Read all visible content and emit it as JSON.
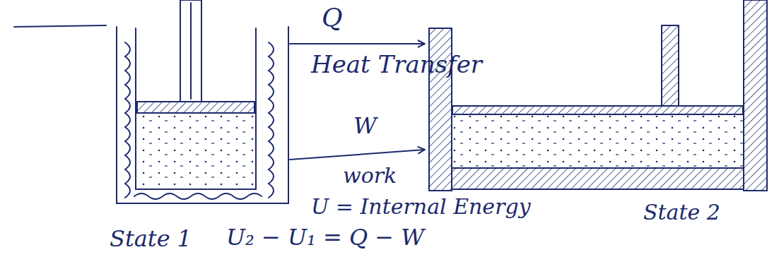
{
  "diagram": {
    "labels": [
      "Q",
      "Heat Transfer",
      "W",
      "work",
      "U = Internal Energy",
      "State 2",
      "State 1",
      "U₂ − U₁ = Q − W"
    ]
  }
}
